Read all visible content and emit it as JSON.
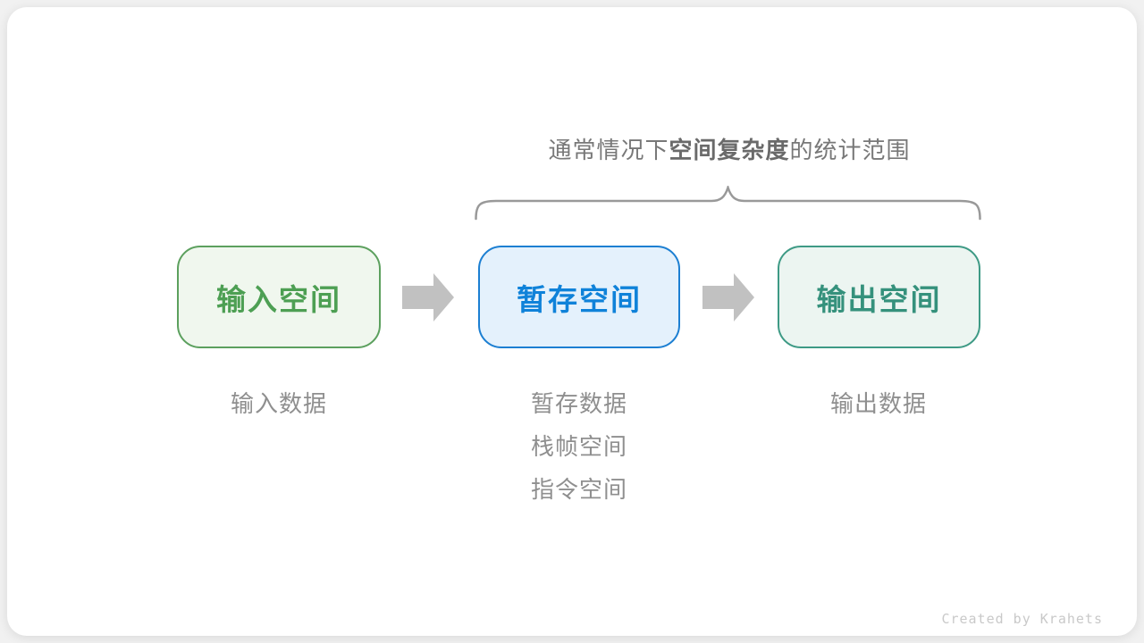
{
  "title": {
    "prefix": "通常情况下",
    "emphasis": "空间复杂度",
    "suffix": "的统计范围"
  },
  "flow": {
    "boxes": [
      {
        "id": "input-space",
        "label": "输入空间",
        "border_color": "#5ca05e",
        "fill_color": "#f0f7ee",
        "text_color": "#4d9f53"
      },
      {
        "id": "temp-space",
        "label": "暂存空间",
        "border_color": "#1c7fd2",
        "fill_color": "#e4f1fc",
        "text_color": "#0f82d9"
      },
      {
        "id": "output-space",
        "label": "输出空间",
        "border_color": "#3e9a85",
        "fill_color": "#ecf5f1",
        "text_color": "#35917c"
      }
    ],
    "arrow_color": "#c1c1c1",
    "brace_color": "#999999"
  },
  "annotations": {
    "input": [
      "输入数据"
    ],
    "temp": [
      "暂存数据",
      "栈帧空间",
      "指令空间"
    ],
    "output": [
      "输出数据"
    ]
  },
  "footer": {
    "credit": "Created by Krahets"
  }
}
